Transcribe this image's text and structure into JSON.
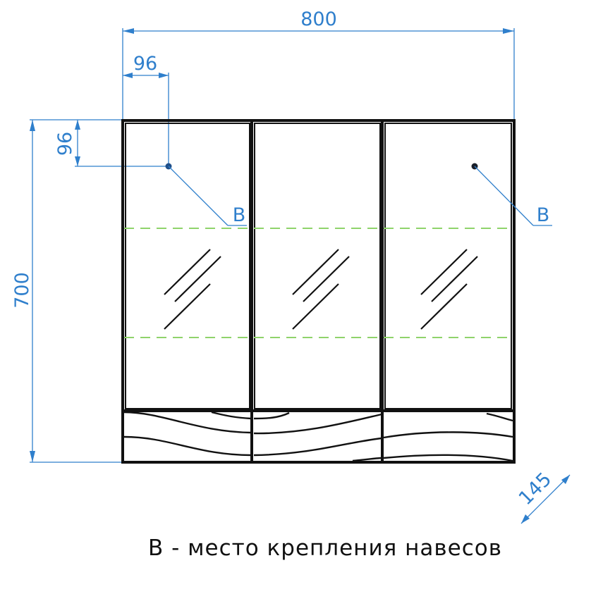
{
  "dimensions": {
    "overall_width": "800",
    "overall_height": "700",
    "hanger_offset_x": "96",
    "hanger_offset_y": "96",
    "depth": "145"
  },
  "hanger_points": [
    {
      "label": "В",
      "side": "left"
    },
    {
      "label": "В",
      "side": "right"
    }
  ],
  "legend": {
    "caption": "В - место крепления навесов"
  },
  "colors": {
    "dimension_lines": "#2f7fcc",
    "guide_lines": "#8fd36b",
    "outline": "#111111"
  }
}
